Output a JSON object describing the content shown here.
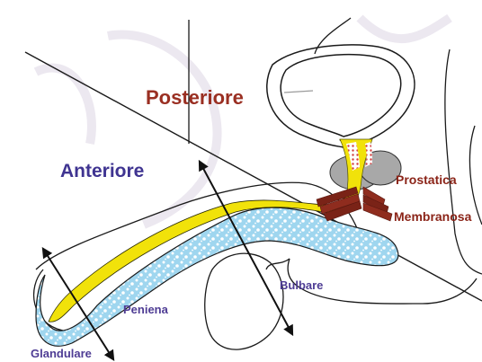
{
  "labels": {
    "posteriore": "Posteriore",
    "anteriore": "Anteriore",
    "prostatica": "Prostatica",
    "membranosa": "Membranosa",
    "bulbare": "Bulbare",
    "peniena": "Peniena",
    "glandulare": "Glandulare"
  },
  "colors": {
    "posteriore": "#9a2f22",
    "anteriore": "#3f3491",
    "section_labels": "#8b2418",
    "segment_labels": "#4e3c94",
    "urethra": "#f1e20a",
    "spongy": "#8fd0ec",
    "prostate": "#a8a8a8",
    "sphincter": "#7a2317"
  }
}
